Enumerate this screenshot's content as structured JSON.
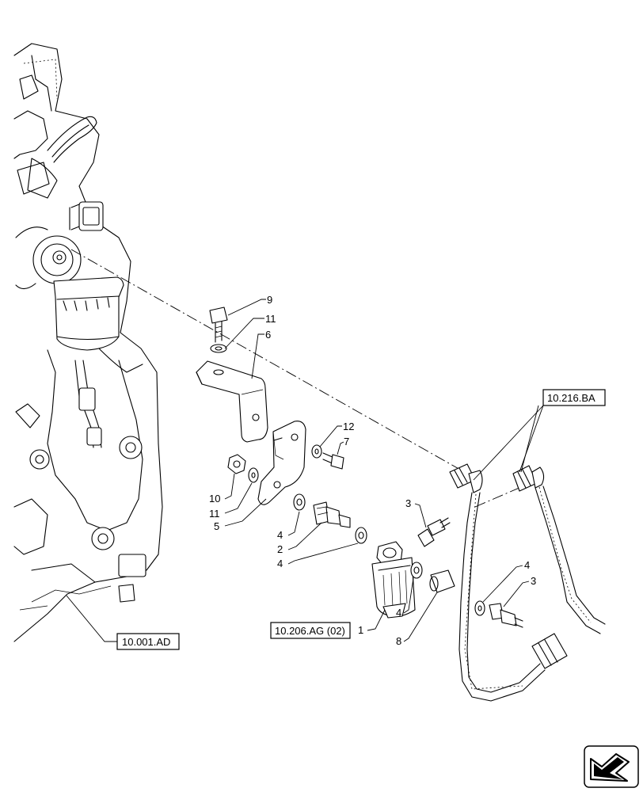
{
  "references": {
    "engine": "10.001.AD",
    "filter_group": "10.206.AG (02)",
    "fuel_lines": "10.216.BA"
  },
  "callouts": {
    "c1": "1",
    "c2": "2",
    "c3a": "3",
    "c3b": "3",
    "c4a": "4",
    "c4b": "4",
    "c4c": "4",
    "c4d": "4",
    "c5": "5",
    "c6": "6",
    "c7": "7",
    "c8": "8",
    "c9": "9",
    "c10": "10",
    "c11a": "11",
    "c11b": "11",
    "c12": "12"
  },
  "icons": {
    "navigation": "next-page-arrow-icon"
  }
}
